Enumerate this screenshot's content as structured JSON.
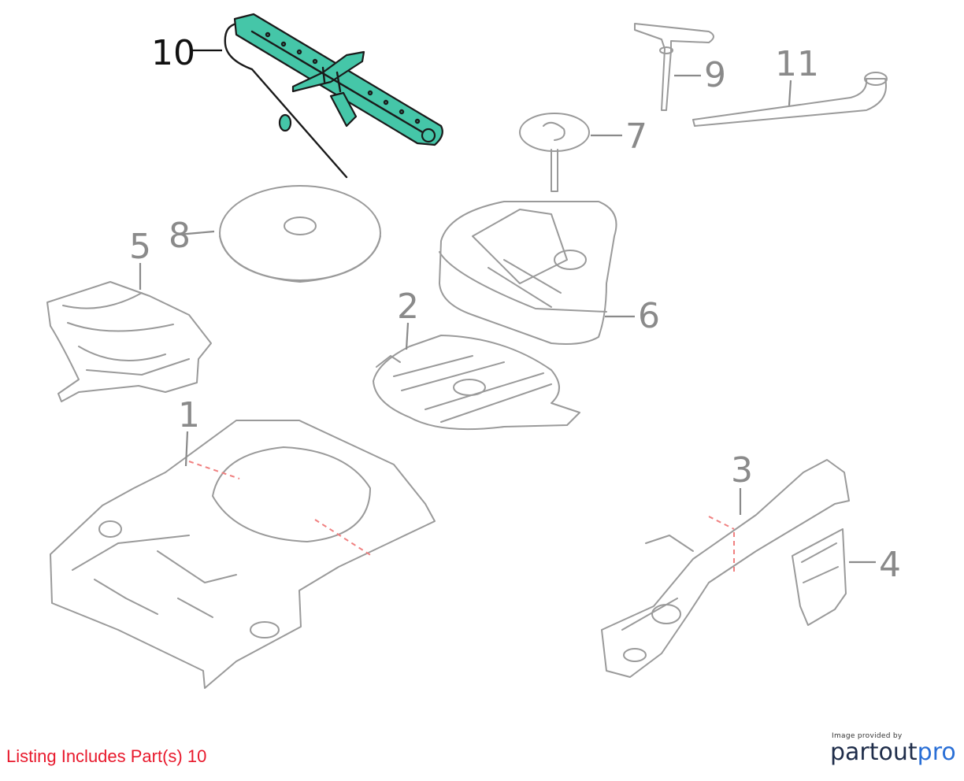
{
  "diagram": {
    "callouts": [
      {
        "id": "1",
        "label": "1"
      },
      {
        "id": "2",
        "label": "2"
      },
      {
        "id": "3",
        "label": "3"
      },
      {
        "id": "4",
        "label": "4"
      },
      {
        "id": "5",
        "label": "5"
      },
      {
        "id": "6",
        "label": "6"
      },
      {
        "id": "7",
        "label": "7"
      },
      {
        "id": "8",
        "label": "8"
      },
      {
        "id": "9",
        "label": "9"
      },
      {
        "id": "10",
        "label": "10"
      },
      {
        "id": "11",
        "label": "11"
      }
    ],
    "highlighted_part": "10",
    "highlight_color": "#45c6a8"
  },
  "footer": {
    "listing_text": "Listing Includes Part(s) 10",
    "listing_color": "#e8192c",
    "credit_text": "Image provided by",
    "brand_part1": "partout",
    "brand_part2": "pro"
  }
}
